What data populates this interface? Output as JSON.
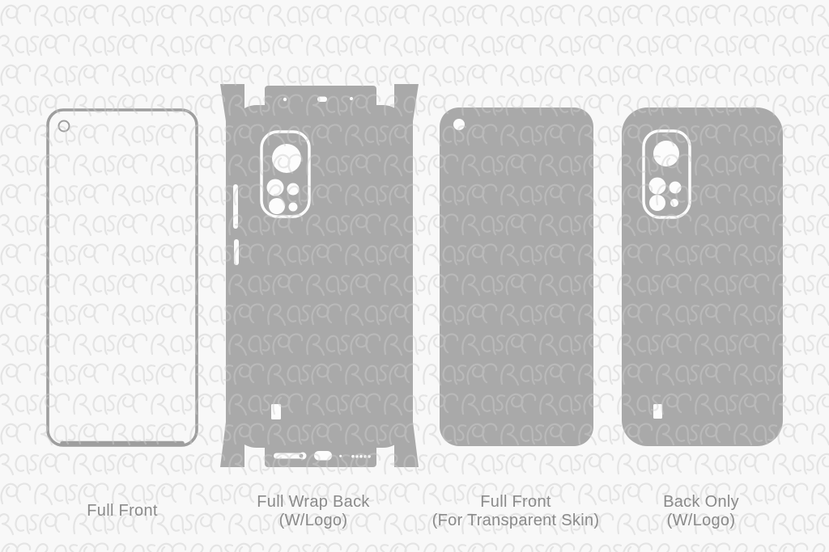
{
  "colors": {
    "background": "#f8f8f8",
    "watermark": "#cccccc",
    "skin_gray": "#a9a9a9",
    "outline_gray": "#9e9e9e",
    "cutout_white": "#fcfcfc",
    "label_text": "#8a8a8a"
  },
  "labels": [
    {
      "line1": "Full Front",
      "line2": ""
    },
    {
      "line1": "Full Wrap Back",
      "line2": "(W/Logo)"
    },
    {
      "line1": "Full Front",
      "line2": "(For Transparent Skin)"
    },
    {
      "line1": "Back Only",
      "line2": "(W/Logo)"
    }
  ]
}
